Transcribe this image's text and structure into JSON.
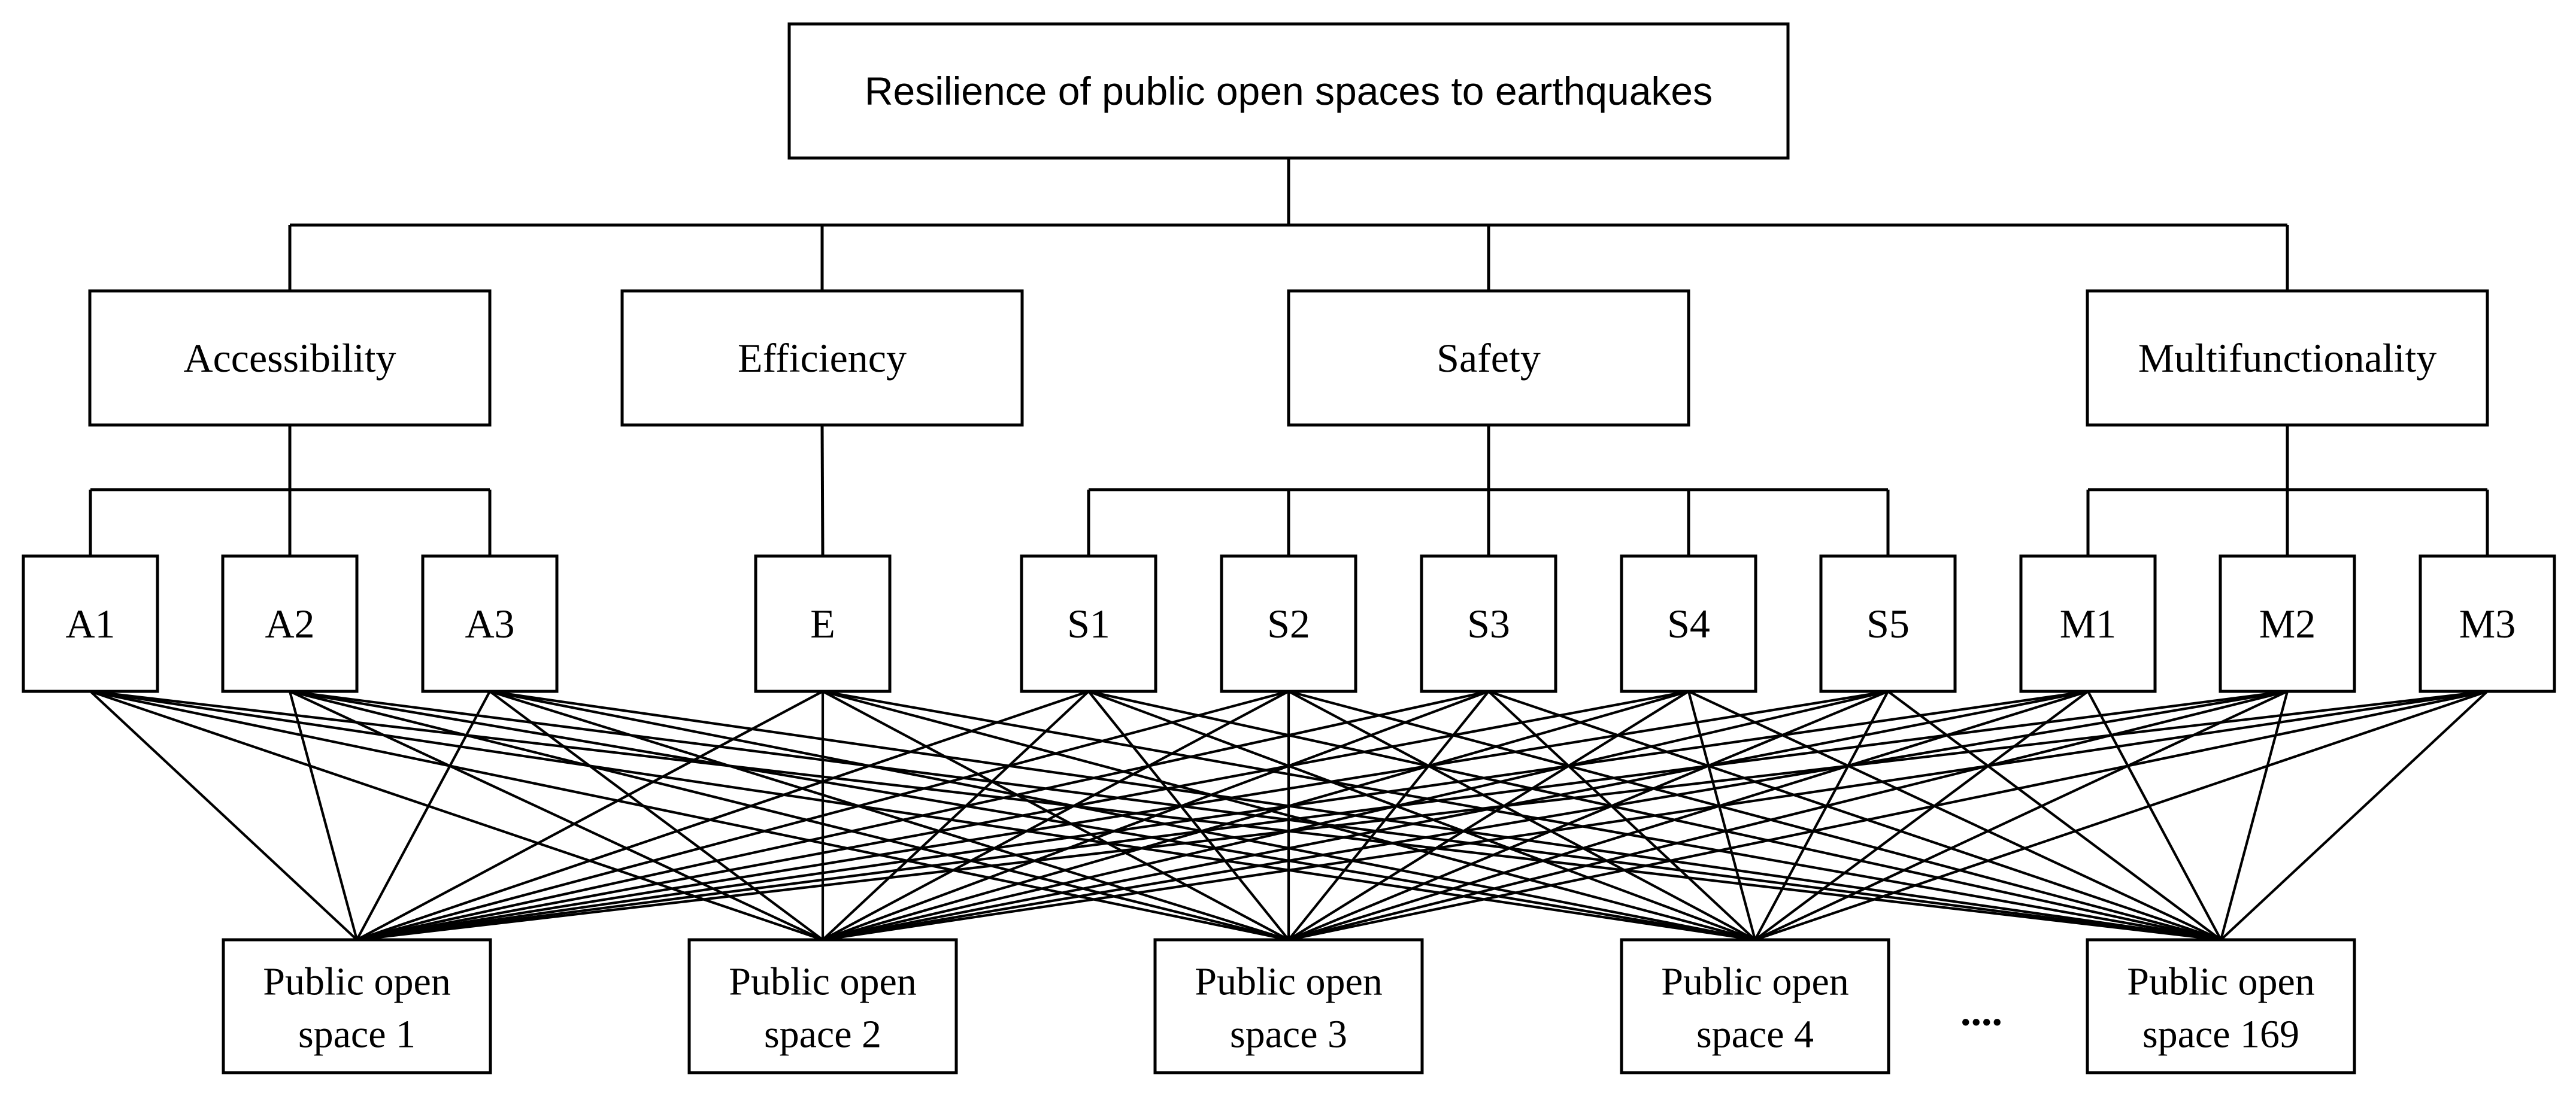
{
  "goal": {
    "label": "Resilience of public open spaces to earthquakes"
  },
  "criteria": [
    {
      "label": "Accessibility"
    },
    {
      "label": "Efficiency"
    },
    {
      "label": "Safety"
    },
    {
      "label": "Multifunctionality"
    }
  ],
  "subcriteria": [
    {
      "label": "A1",
      "criterion": 0
    },
    {
      "label": "A2",
      "criterion": 0
    },
    {
      "label": "A3",
      "criterion": 0
    },
    {
      "label": "E",
      "criterion": 1
    },
    {
      "label": "S1",
      "criterion": 2
    },
    {
      "label": "S2",
      "criterion": 2
    },
    {
      "label": "S3",
      "criterion": 2
    },
    {
      "label": "S4",
      "criterion": 2
    },
    {
      "label": "S5",
      "criterion": 2
    },
    {
      "label": "M1",
      "criterion": 3
    },
    {
      "label": "M2",
      "criterion": 3
    },
    {
      "label": "M3",
      "criterion": 3
    }
  ],
  "alternatives": [
    {
      "line1": "Public open",
      "line2": "space 1"
    },
    {
      "line1": "Public open",
      "line2": "space 2"
    },
    {
      "line1": "Public open",
      "line2": "space 3"
    },
    {
      "line1": "Public open",
      "line2": "space 4"
    },
    {
      "line1": "Public open",
      "line2": "space 169"
    }
  ],
  "ellipsis": "...."
}
